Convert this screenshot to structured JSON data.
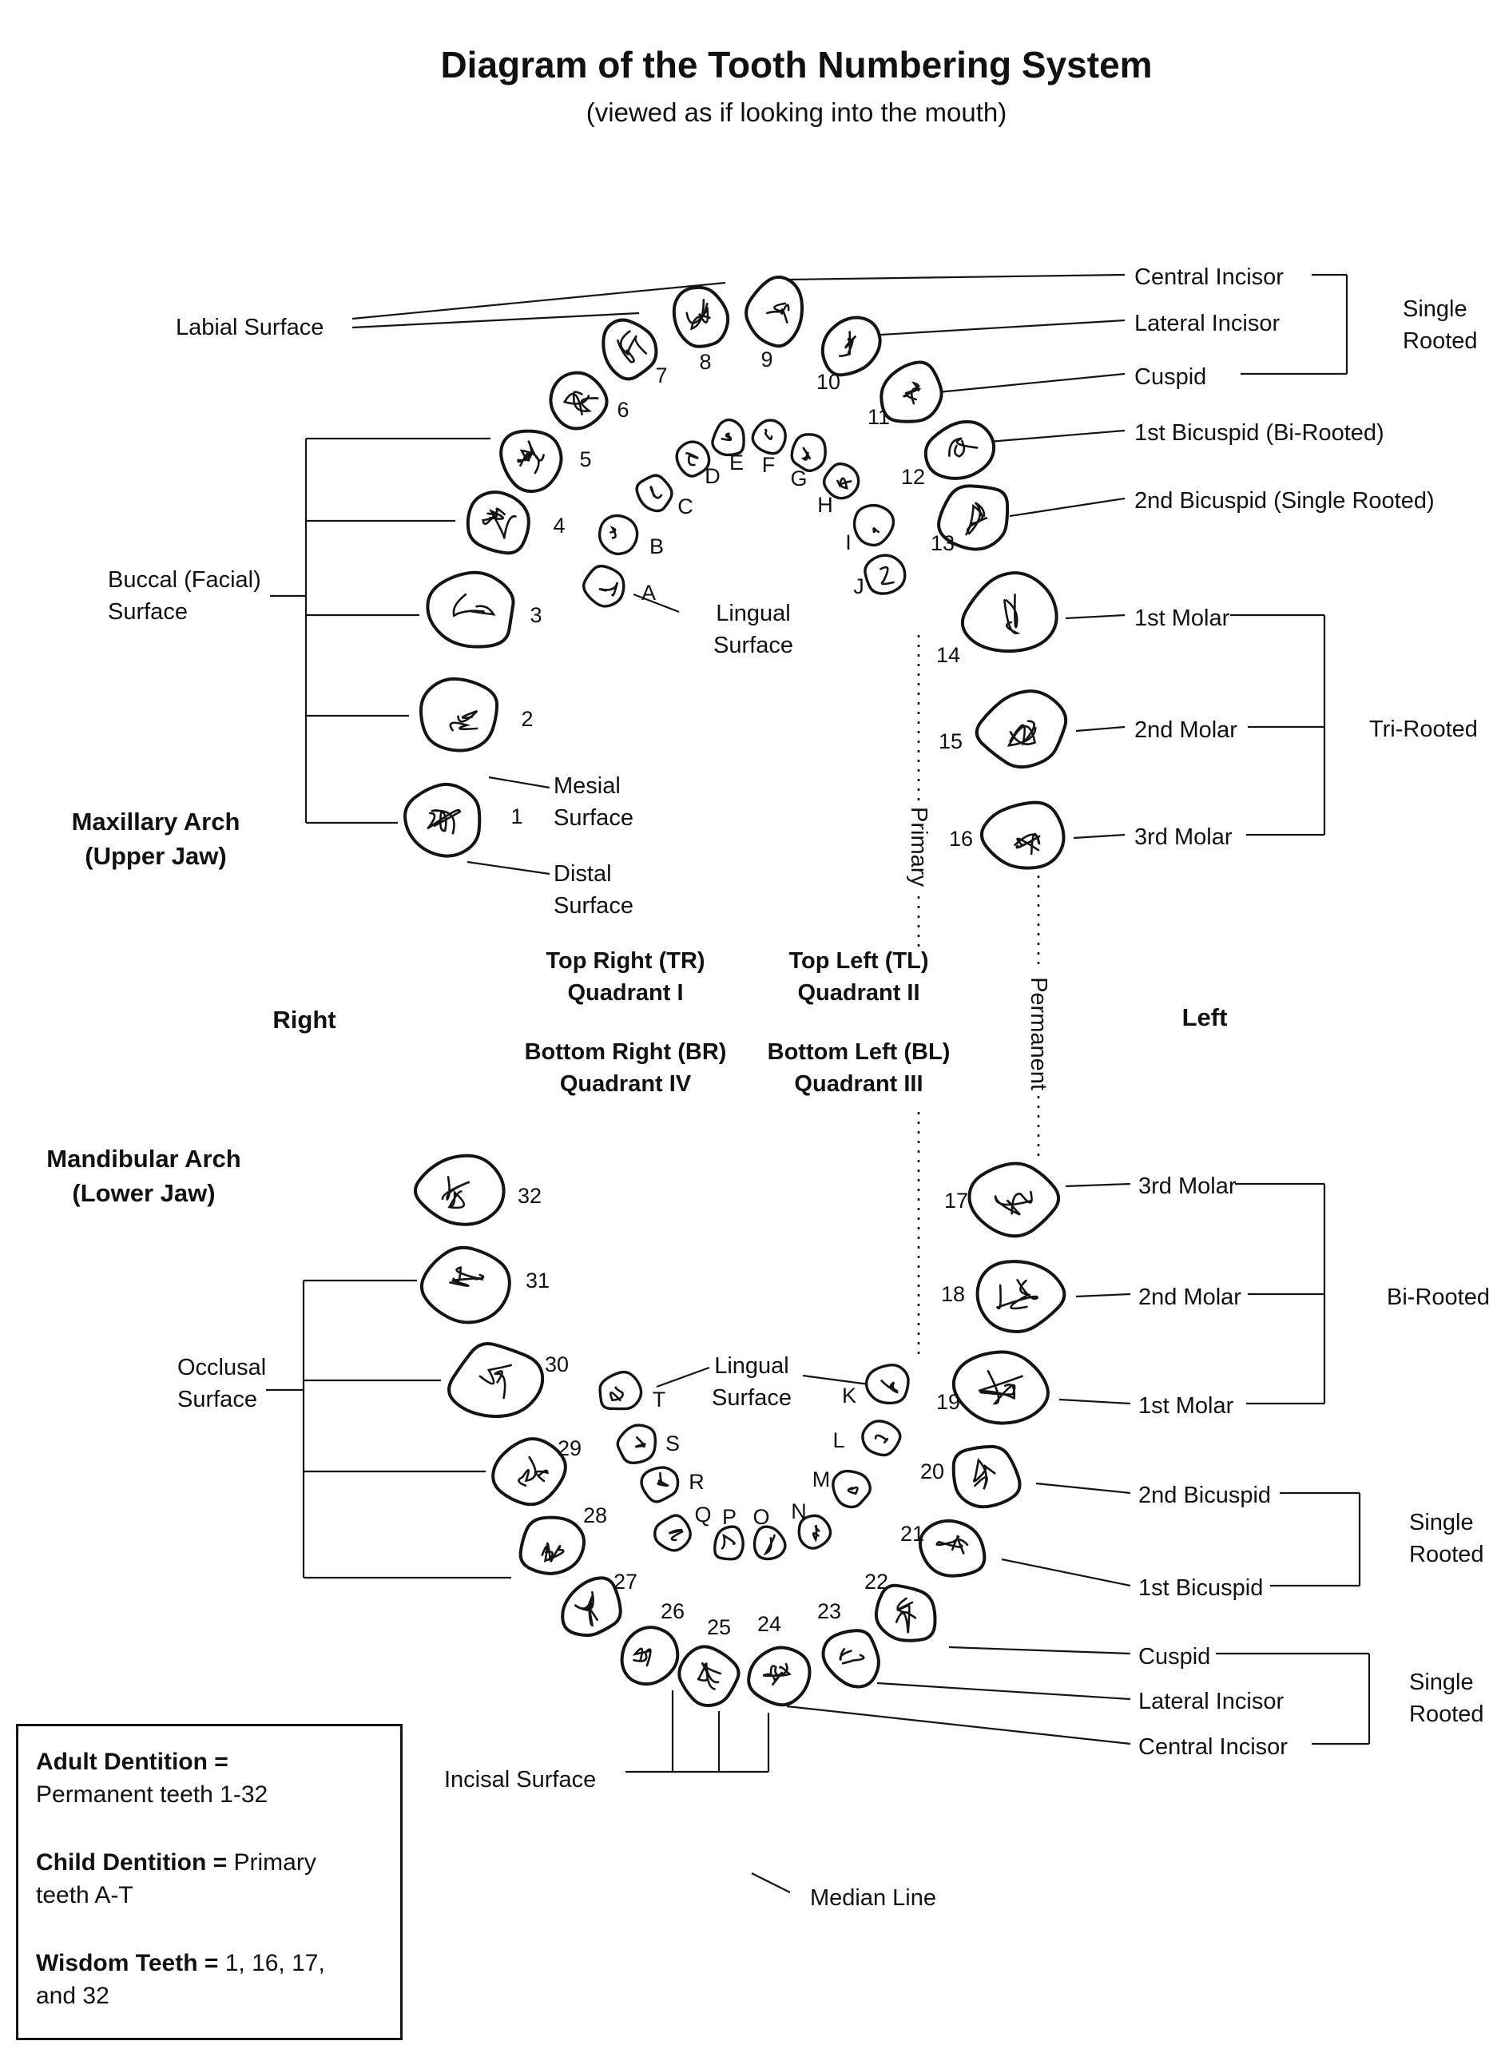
{
  "title": "Diagram of the Tooth Numbering System",
  "subtitle": "(viewed as if looking into the mouth)",
  "surfaces": {
    "labial": "Labial Surface",
    "buccal_line1": "Buccal (Facial)",
    "buccal_line2": "Surface",
    "lingual_line1": "Lingual",
    "lingual_line2": "Surface",
    "mesial_line1": "Mesial",
    "mesial_line2": "Surface",
    "distal_line1": "Distal",
    "distal_line2": "Surface",
    "occlusal_line1": "Occlusal",
    "occlusal_line2": "Surface",
    "incisal": "Incisal Surface"
  },
  "arches": {
    "maxillary_line1": "Maxillary Arch",
    "maxillary_line2": "(Upper Jaw)",
    "mandibular_line1": "Mandibular Arch",
    "mandibular_line2": "(Lower Jaw)"
  },
  "sides": {
    "right": "Right",
    "left": "Left"
  },
  "quadrants": {
    "tr_line1": "Top Right (TR)",
    "tr_line2": "Quadrant I",
    "tl_line1": "Top Left (TL)",
    "tl_line2": "Quadrant II",
    "br_line1": "Bottom Right (BR)",
    "br_line2": "Quadrant IV",
    "bl_line1": "Bottom Left (BL)",
    "bl_line2": "Quadrant III"
  },
  "dentition": {
    "primary": "Primary",
    "permanent": "Permanent"
  },
  "tooth_types_upper": {
    "central_incisor": "Central Incisor",
    "lateral_incisor": "Lateral Incisor",
    "cuspid": "Cuspid",
    "incisor_group_root_line1": "Single",
    "incisor_group_root_line2": "Rooted",
    "first_bicuspid": "1st Bicuspid (Bi-Rooted)",
    "second_bicuspid": "2nd Bicuspid (Single Rooted)",
    "first_molar": "1st Molar",
    "second_molar": "2nd Molar",
    "third_molar": "3rd Molar",
    "molar_group_root": "Tri-Rooted"
  },
  "tooth_types_lower": {
    "third_molar": "3rd Molar",
    "second_molar": "2nd Molar",
    "first_molar": "1st Molar",
    "molar_group_root": "Bi-Rooted",
    "second_bicuspid": "2nd Bicuspid",
    "first_bicuspid": "1st Bicuspid",
    "bicuspid_group_root_line1": "Single",
    "bicuspid_group_root_line2": "Rooted",
    "cuspid": "Cuspid",
    "lateral_incisor": "Lateral Incisor",
    "central_incisor": "Central Incisor",
    "incisor_group_root_line1": "Single",
    "incisor_group_root_line2": "Rooted"
  },
  "median_line_label": "Median Line",
  "legend": {
    "adult_bold": "Adult Dentition =",
    "adult_line2": "Permanent teeth 1-32",
    "child_bold": "Child Dentition =",
    "child_rest": " Primary",
    "child_line2": "teeth A-T",
    "wisdom_bold": "Wisdom Teeth =",
    "wisdom_rest": " 1, 16, 17,",
    "wisdom_line2": "and 32"
  },
  "teeth": {
    "permanent_upper": [
      "1",
      "2",
      "3",
      "4",
      "5",
      "6",
      "7",
      "8",
      "9",
      "10",
      "11",
      "12",
      "13",
      "14",
      "15",
      "16"
    ],
    "primary_upper": [
      "A",
      "B",
      "C",
      "D",
      "E",
      "F",
      "G",
      "H",
      "I",
      "J"
    ],
    "permanent_lower": [
      "17",
      "18",
      "19",
      "20",
      "21",
      "22",
      "23",
      "24",
      "25",
      "26",
      "27",
      "28",
      "29",
      "30",
      "31",
      "32"
    ],
    "primary_lower": [
      "K",
      "L",
      "M",
      "N",
      "O",
      "P",
      "Q",
      "R",
      "S",
      "T"
    ]
  }
}
